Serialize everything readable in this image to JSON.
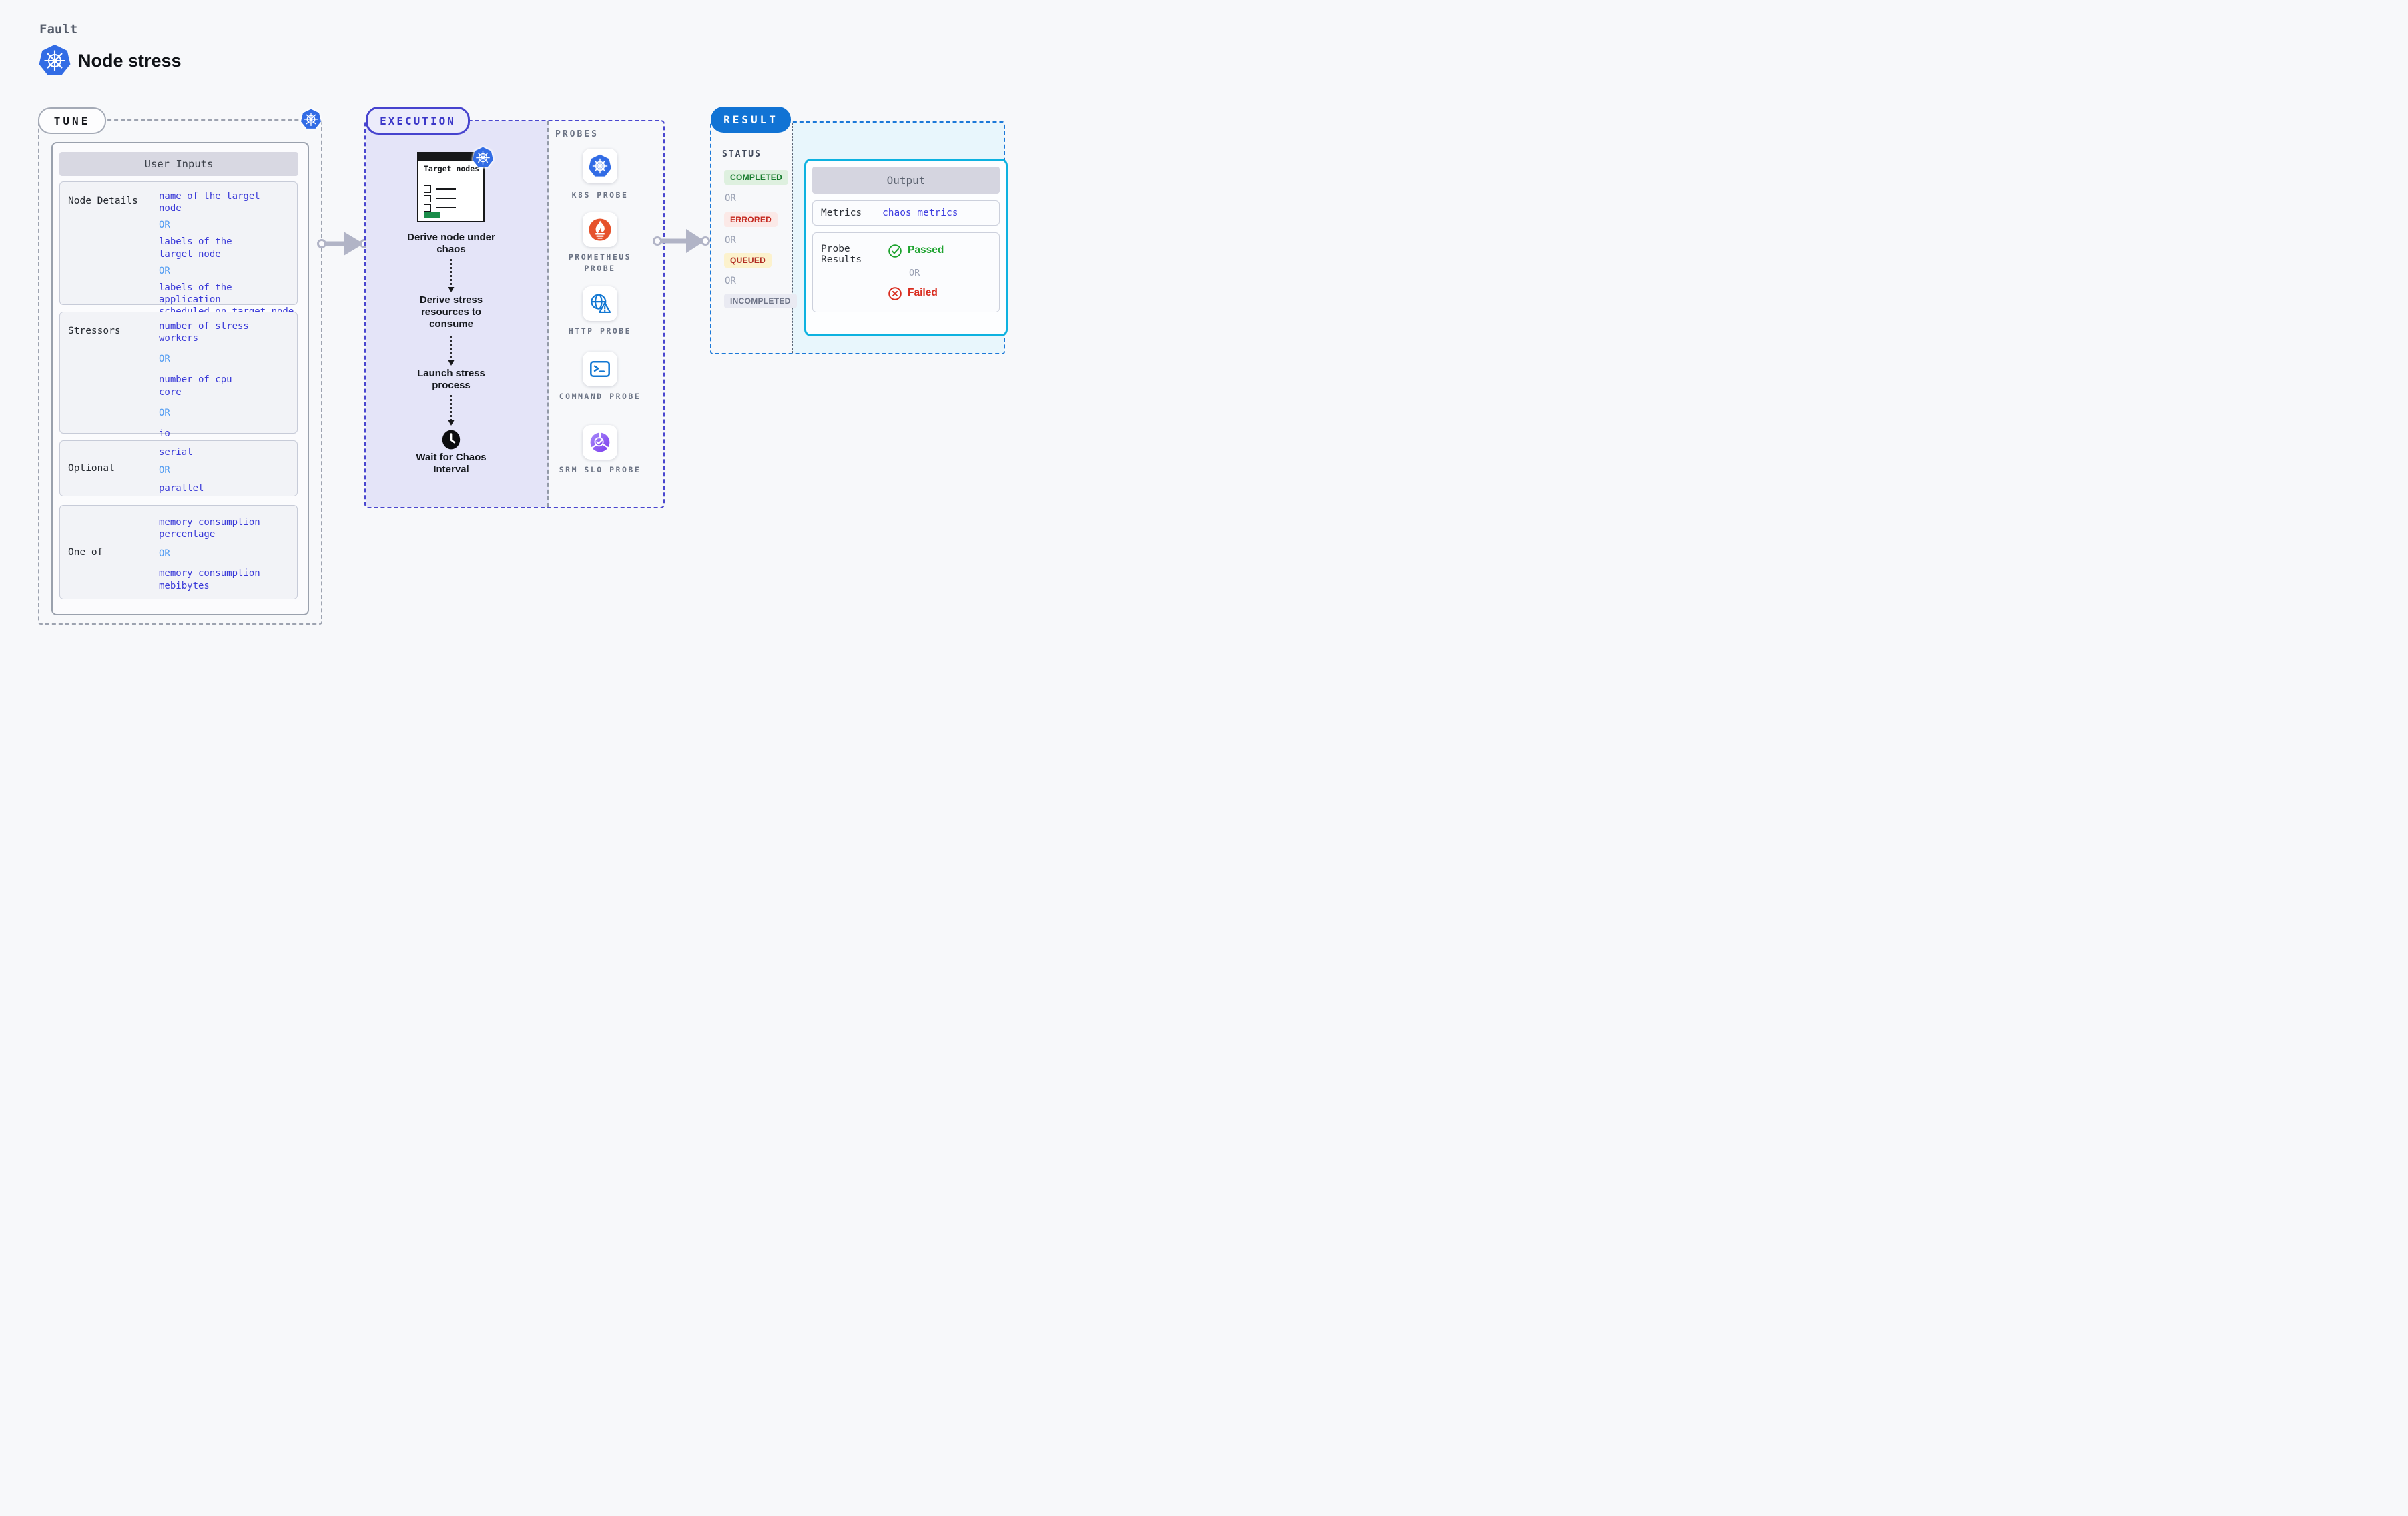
{
  "colors": {
    "kubernetes_blue": "#326ce5",
    "tune_border_gray": "#9da3b0",
    "execution_accent": "#4643ce",
    "execution_fill": "#e4e4f8",
    "probe_label_gray": "#6b7384",
    "result_blue": "#1173d4",
    "result_fill_cyan": "#e8f6fc",
    "output_border_cyan": "#0db2e0",
    "value_indigo": "#3a3ad8",
    "or_blue": "#4e9af2",
    "arrow_gray": "#b1b4c6",
    "prometheus_orange": "#e6522c",
    "http_blue": "#1378d3",
    "srm_purple": "#7c3aed",
    "passed_green": "#1ea32f",
    "failed_red": "#d92c1f",
    "completed_badge_bg": "#def0df",
    "errored_badge_bg": "#fbe9e7",
    "queued_badge_bg": "#fcf2cd",
    "incompleted_badge_bg": "#e9eaf2",
    "target_card_green": "#1b8d4a"
  },
  "header": {
    "eyebrow": "Fault",
    "title": "Node stress"
  },
  "tune": {
    "badge": "TUNE",
    "table_title": "User Inputs",
    "rows": [
      {
        "label": "Node Details",
        "values": [
          "name of the target\nnode",
          "OR",
          "labels of the\ntarget node",
          "OR",
          "labels of the application\n scheduled on target node"
        ]
      },
      {
        "label": "Stressors",
        "values": [
          "number of stress\nworkers",
          "OR",
          "number of cpu\ncore",
          "OR",
          "io"
        ]
      },
      {
        "label": "Optional",
        "values": [
          "serial",
          "OR",
          "parallel"
        ]
      },
      {
        "label": "One of",
        "values": [
          "memory consumption\npercentage",
          "OR",
          "memory consumption\nmebibytes"
        ]
      }
    ]
  },
  "execution": {
    "badge": "EXECUTION",
    "card_title": "Target nodes",
    "steps": [
      "Derive node under\nchaos",
      "Derive stress\nresources to\nconsume",
      "Launch stress\nprocess",
      "Wait for Chaos\nInterval"
    ]
  },
  "probes": {
    "title": "PROBES",
    "items": [
      {
        "label": "K8S PROBE",
        "icon": "kubernetes-icon"
      },
      {
        "label": "PROMETHEUS PROBE",
        "icon": "prometheus-icon"
      },
      {
        "label": "HTTP PROBE",
        "icon": "http-globe-icon"
      },
      {
        "label": "COMMAND PROBE",
        "icon": "terminal-icon"
      },
      {
        "label": "SRM SLO PROBE",
        "icon": "slo-donut-icon"
      }
    ]
  },
  "result": {
    "badge": "RESULT",
    "status_title": "STATUS",
    "statuses": [
      {
        "label": "COMPLETED",
        "kind": "completed"
      },
      {
        "label": "OR",
        "kind": "or"
      },
      {
        "label": "ERRORED",
        "kind": "errored"
      },
      {
        "label": "OR",
        "kind": "or"
      },
      {
        "label": "QUEUED",
        "kind": "queued"
      },
      {
        "label": "OR",
        "kind": "or"
      },
      {
        "label": "INCOMPLETED",
        "kind": "incompleted"
      }
    ],
    "output": {
      "title": "Output",
      "metrics_label": "Metrics",
      "metrics_value": "chaos metrics",
      "probe_results_label": "Probe\nResults",
      "passed_label": "Passed",
      "or_label": "OR",
      "failed_label": "Failed"
    }
  }
}
